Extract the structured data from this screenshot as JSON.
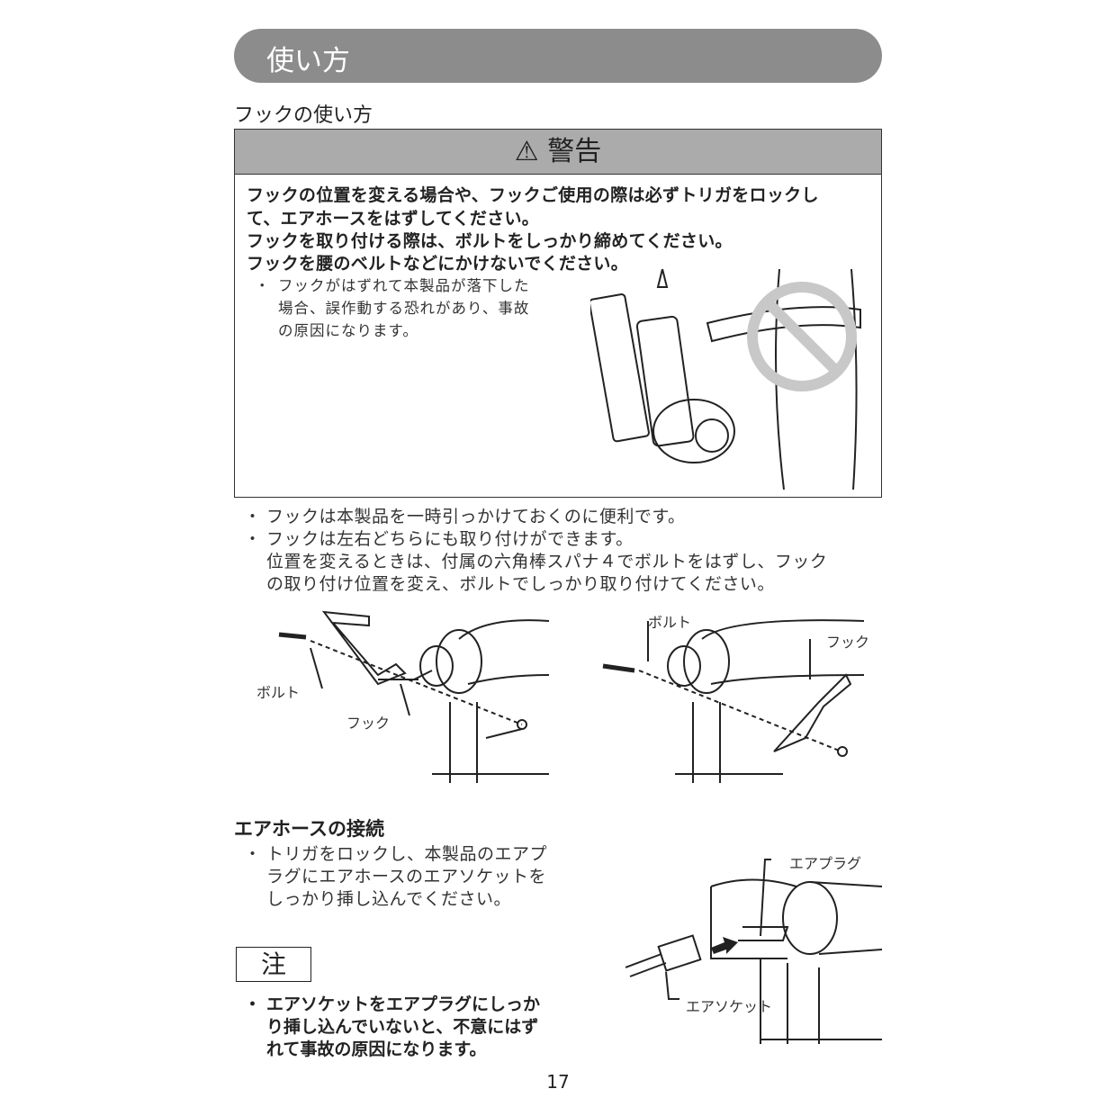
{
  "header": {
    "title": "使い方"
  },
  "hook_section": {
    "title": "フックの使い方",
    "warning": {
      "icon": "warning-triangle-icon",
      "title": "警告",
      "lines": [
        "フックの位置を変える場合や、フックご使用の際は必ずトリガをロックし",
        "て、エアホースをはずしてください。",
        "フックを取り付ける際は、ボルトをしっかり締めてください。",
        "フックを腰のベルトなどにかけないでください。"
      ],
      "bullet": [
        "フックがはずれて本製品が落下した",
        "場合、誤作動する恐れがあり、事故",
        "の原因になります。"
      ]
    },
    "bullets": [
      "フックは本製品を一時引っかけておくのに便利です。",
      "フックは左右どちらにも取り付けができます。",
      "位置を変えるときは、付属の六角棒スパナ４でボルトをはずし、フック",
      "の取り付け位置を変え、ボルトでしっかり取り付けてください。"
    ],
    "diagram_left": {
      "bolt": "ボルト",
      "hook": "フック"
    },
    "diagram_right": {
      "bolt": "ボルト",
      "hook": "フック"
    }
  },
  "hose_section": {
    "title": "エアホースの接続",
    "bullet": [
      "トリガをロックし、本製品のエアプ",
      "ラグにエアホースのエアソケットを",
      "しっかり挿し込んでください。"
    ],
    "note_label": "注",
    "note": [
      "エアソケットをエアプラグにしっか",
      "り挿し込んでいないと、不意にはず",
      "れて事故の原因になります。"
    ],
    "diagram": {
      "plug": "エアプラグ",
      "socket": "エアソケット"
    }
  },
  "page_number": "17",
  "bullet_mark": "・"
}
